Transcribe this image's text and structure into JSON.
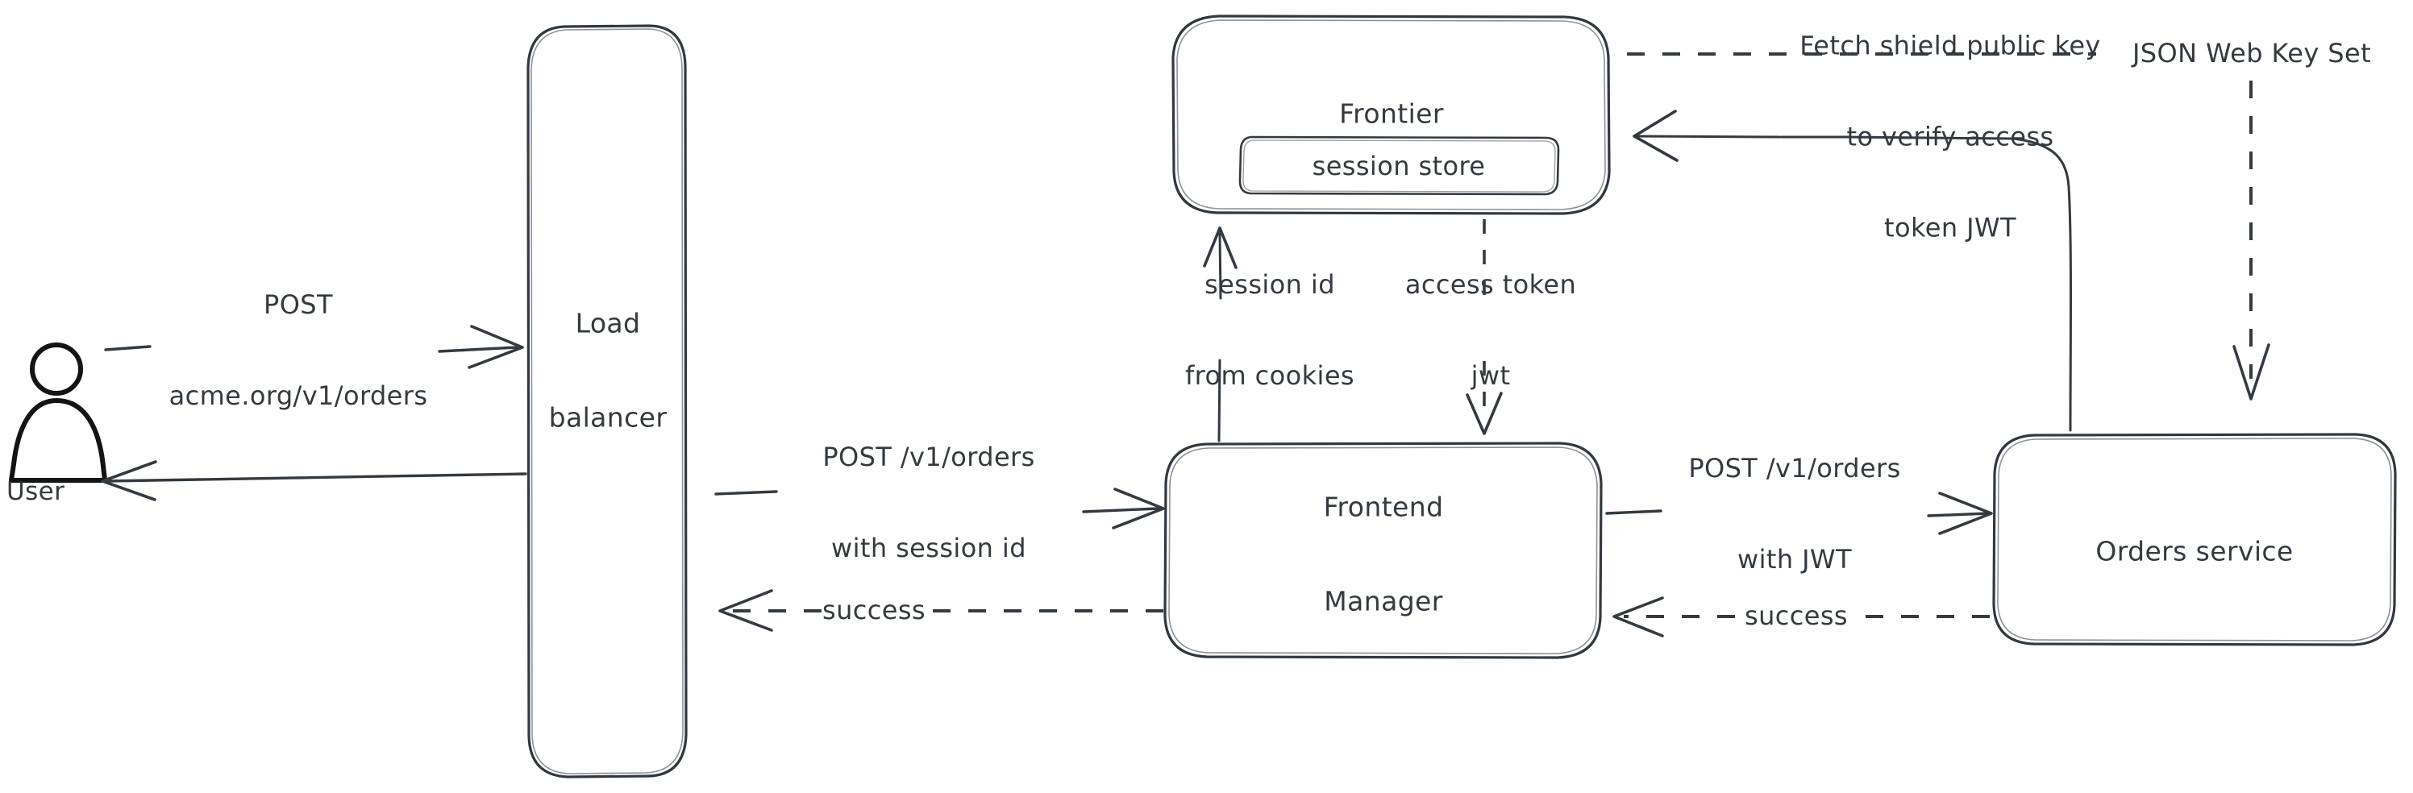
{
  "diagram": {
    "title": "Request flow with session and JWT authentication",
    "background_color": "#ffffff",
    "stroke_color": "#343a40",
    "actor_hatch_color": "#c9cfda",
    "actors": [
      {
        "id": "user",
        "label": "User",
        "icon": "person-icon"
      }
    ],
    "nodes": [
      {
        "id": "load-balancer",
        "label": "Load\nbalancer",
        "label_line1": "Load",
        "label_line2": "balancer"
      },
      {
        "id": "frontier",
        "label": "Frontier"
      },
      {
        "id": "session-store",
        "label": "session store"
      },
      {
        "id": "frontend-manager",
        "label": "Frontend\nManager",
        "label_line1": "Frontend",
        "label_line2": "Manager"
      },
      {
        "id": "orders-service",
        "label": "Orders service"
      }
    ],
    "edges": [
      {
        "id": "user-to-lb",
        "from": "user",
        "to": "load-balancer",
        "style": "solid",
        "label_line1": "POST",
        "label_line2": "acme.org/v1/orders"
      },
      {
        "id": "lb-to-user",
        "from": "load-balancer",
        "to": "user",
        "style": "solid",
        "label": ""
      },
      {
        "id": "lb-to-fm",
        "from": "load-balancer",
        "to": "frontend-manager",
        "style": "solid",
        "label_line1": "POST /v1/orders",
        "label_line2": "with session id"
      },
      {
        "id": "fm-to-lb-success",
        "from": "frontend-manager",
        "to": "load-balancer",
        "style": "dashed",
        "label": "success"
      },
      {
        "id": "fm-to-frontier",
        "from": "frontend-manager",
        "to": "frontier",
        "style": "solid",
        "label_line1": "session id",
        "label_line2": "from cookies"
      },
      {
        "id": "frontier-to-fm",
        "from": "frontier",
        "to": "frontend-manager",
        "style": "dashed",
        "label_line1": "access token",
        "label_line2": "jwt"
      },
      {
        "id": "fm-to-orders",
        "from": "frontend-manager",
        "to": "orders-service",
        "style": "solid",
        "label_line1": "POST /v1/orders",
        "label_line2": "with JWT"
      },
      {
        "id": "orders-to-fm-success",
        "from": "orders-service",
        "to": "frontend-manager",
        "style": "dashed",
        "label": "success"
      },
      {
        "id": "orders-to-frontier-fetch",
        "from": "orders-service",
        "to": "frontier",
        "style": "solid",
        "label_line1": "Fetch shield public key",
        "label_line2": "to verify access",
        "label_line3": "token JWT"
      },
      {
        "id": "frontier-jwks",
        "from": "frontier",
        "to": "orders-service",
        "style": "dashed",
        "label": "JSON Web Key Set"
      }
    ]
  }
}
